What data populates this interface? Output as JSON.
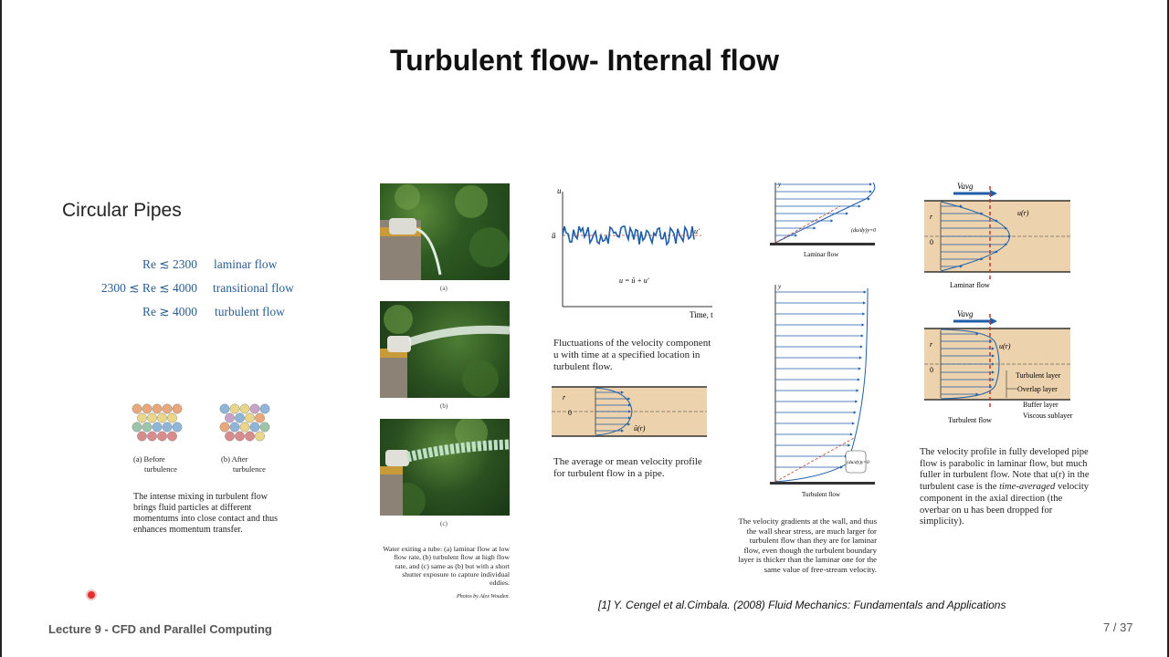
{
  "slide": {
    "title": "Turbulent flow- Internal flow",
    "heading": "Circular Pipes",
    "footer": "Lecture 9 - CFD and Parallel Computing",
    "page_number": "7 / 37",
    "reference": "[1] Y. Cengel et al.Cimbala. (2008) Fluid Mechanics: Fundamentals and Applications"
  },
  "reynolds": [
    {
      "cond": "Re ≲ 2300",
      "label": "laminar flow"
    },
    {
      "cond": "2300 ≲ Re ≲ 4000",
      "label": "transitional flow"
    },
    {
      "cond": "Re ≳ 4000",
      "label": "turbulent flow"
    }
  ],
  "mixing": {
    "label_a": "(a) Before",
    "label_a2": "turbulence",
    "label_b": "(b) After",
    "label_b2": "turbulence",
    "caption": "The intense mixing in turbulent flow brings fluid particles at different momentums into close contact and thus enhances momentum transfer."
  },
  "photos": {
    "label_a": "(a)",
    "label_b": "(b)",
    "label_c": "(c)",
    "caption": "Water exiting a tube: (a) laminar flow at low flow rate, (b) turbulent flow at high flow rate, and (c) same as (b) but with a short shutter exposure to capture individual eddies.",
    "credit": "Photos by Alex Wouden."
  },
  "fluctuation": {
    "axis_u": "u",
    "axis_ubar": "ū",
    "axis_uprime": "u′",
    "equation": "u = ū + u′",
    "axis_time": "Time, t",
    "caption": "Fluctuations of the velocity component u with time at a specified location in turbulent flow."
  },
  "mean_profile": {
    "r_label": "r",
    "zero_label": "0",
    "ur_label": "ū(r)",
    "caption": "The average or mean velocity profile for turbulent flow in a pipe."
  },
  "wall_gradient": {
    "y_label": "y",
    "laminar_label": "Laminar flow",
    "turbulent_label": "Turbulent flow",
    "deriv_label": "(du/dy)y=0",
    "caption": "The velocity gradients at the wall, and thus the wall shear stress, are much larger for turbulent flow than they are for laminar flow, even though the turbulent boundary layer is thicker than the laminar one for the same value of free-stream velocity."
  },
  "pipe_profiles": {
    "vavg": "Vavg",
    "ur": "u(r)",
    "r_label": "r",
    "zero": "0",
    "laminar_label": "Laminar flow",
    "turbulent_label": "Turbulent flow",
    "layers": [
      "Turbulent layer",
      "Overlap layer",
      "Buffer layer",
      "Viscous sublayer"
    ],
    "caption_1": "The velocity profile in fully developed pipe flow is parabolic in laminar flow, but much fuller in turbulent flow. Note that u(r) in the turbulent case is the",
    "caption_italic": "time-averaged",
    "caption_2": "velocity component in the axial direction (the overbar on u has been dropped for simplicity)."
  },
  "colors": {
    "accent_blue": "#2a5d93",
    "pipe_tan": "#e8c9a1",
    "dashed_red": "#c0392b",
    "pointer_red": "#e03030"
  }
}
